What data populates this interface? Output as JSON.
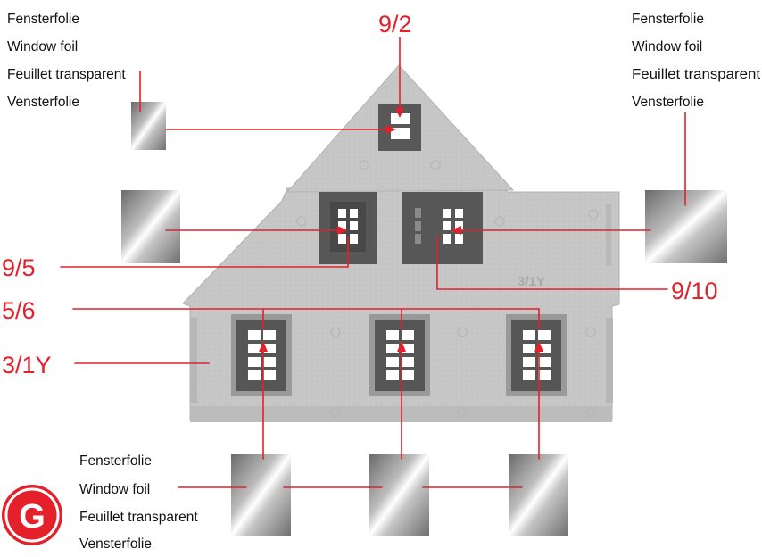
{
  "foil_labels": {
    "top_left": [
      "Fensterfolie",
      "Window foil",
      "Feuillet transparent",
      "Vensterfolie"
    ],
    "top_right": [
      "Fensterfolie",
      "Window foil",
      "Feuillet transparent",
      "Vensterfolie"
    ],
    "bottom": [
      "Fensterfolie",
      "Window foil",
      "Feuillet transparent",
      "Vensterfolie"
    ]
  },
  "part_numbers": {
    "gable_window": "9/2",
    "left_dormer_window": "9/5",
    "right_dormer_window": "9/10",
    "ground_windows": "5/6",
    "wall": "3/1Y"
  },
  "wall_marking": "3/1Y",
  "stamp_letter": "G",
  "colors": {
    "accent_red": "#e4202a",
    "wall_grey": "#c7c7c7",
    "window_frame": "#5b5b5b",
    "stamp_fill": "#e4202a"
  }
}
